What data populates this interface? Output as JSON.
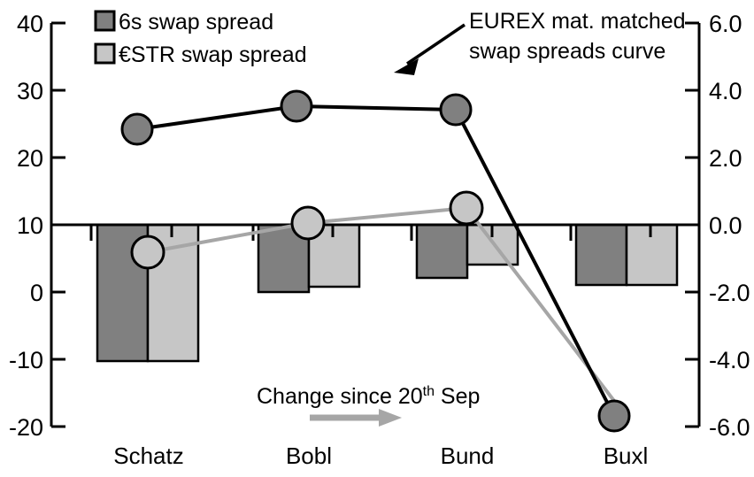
{
  "chart_data": {
    "type": "bar",
    "title": "",
    "subtitle": "",
    "xlabel": "",
    "categories": [
      "Schatz",
      "Bobl",
      "Bund",
      "Buxl"
    ],
    "left_axis": {
      "label": "",
      "ticks": [
        "40",
        "30",
        "20",
        "10",
        "0",
        "-10",
        "-20"
      ],
      "tick_values": [
        40,
        30,
        20,
        10,
        0,
        -10,
        -20
      ],
      "ylim": [
        -20,
        40
      ]
    },
    "right_axis": {
      "label": "",
      "ticks": [
        "6.0",
        "4.0",
        "2.0",
        "0.0",
        "-2.0",
        "-4.0",
        "-6.0"
      ],
      "tick_values": [
        6.0,
        4.0,
        2.0,
        0.0,
        -2.0,
        -4.0,
        -6.0
      ],
      "ylim": [
        -6.0,
        6.0
      ]
    },
    "grid": false,
    "legend_position": "top-left",
    "series": [
      {
        "name": "6s swap spread",
        "type": "bar",
        "axis": "right",
        "color": "#808080",
        "values": [
          -4.05,
          -1.95,
          -1.4,
          -1.75
        ]
      },
      {
        "name": "€STR swap spread",
        "type": "bar",
        "axis": "right",
        "color": "#c6c6c6",
        "values": [
          -4.05,
          -1.8,
          -1.15,
          -1.75
        ]
      },
      {
        "name": "EUREX mat. matched swap spreads curve",
        "type": "line",
        "axis": "left",
        "color": "#000000",
        "marker_color": "#808080",
        "values": [
          24.5,
          27.9,
          27.3,
          -18.1
        ]
      },
      {
        "name": "Change since 20th Sep",
        "type": "line",
        "axis": "left",
        "color": "#a6a6a6",
        "marker_color": "#c6c6c6",
        "values": [
          6.1,
          10.5,
          12.8,
          -18.1
        ]
      }
    ]
  },
  "legend": {
    "items": [
      {
        "label": "6s swap spread",
        "color": "#808080"
      },
      {
        "label": "€STR swap spread",
        "color": "#c6c6c6"
      }
    ]
  },
  "annotations": {
    "curve_callout": {
      "line1": "EUREX mat. matched",
      "line2": "swap spreads curve"
    },
    "change_note": {
      "prefix": "Change since 20",
      "superscript": "th",
      "suffix": " Sep"
    }
  },
  "axis_labels": {
    "left": [
      "40",
      "30",
      "20",
      "10",
      "0",
      "-10",
      "-20"
    ],
    "right": [
      "6.0",
      "4.0",
      "2.0",
      "0.0",
      "-2.0",
      "-4.0",
      "-6.0"
    ],
    "categories": [
      "Schatz",
      "Bobl",
      "Bund",
      "Buxl"
    ]
  }
}
